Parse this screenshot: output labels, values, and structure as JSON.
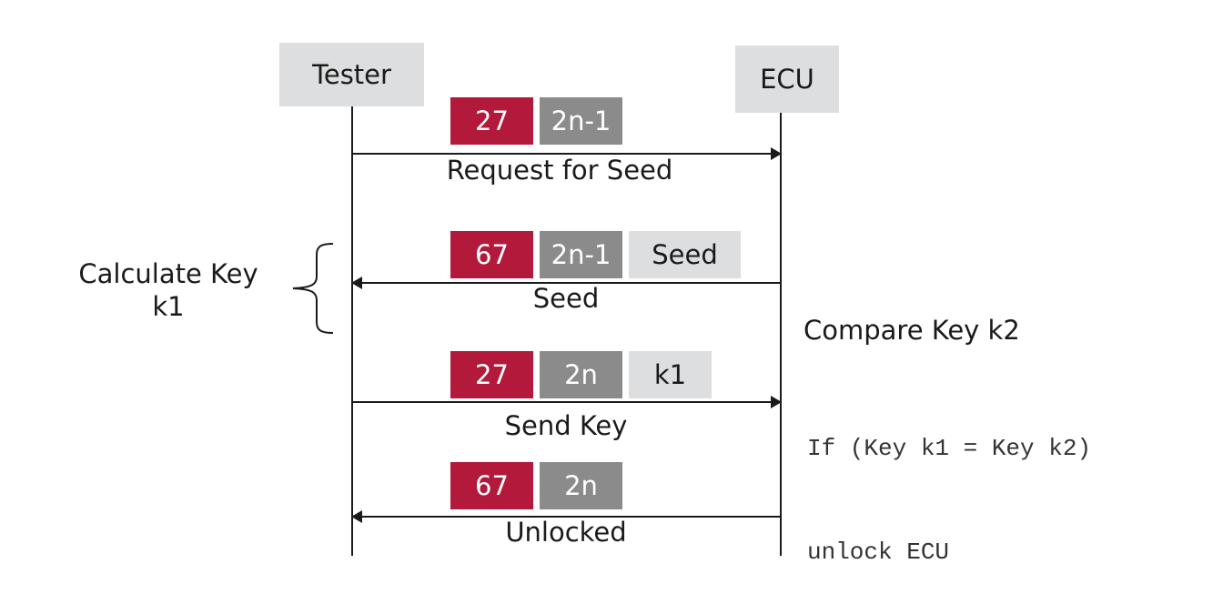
{
  "participants": {
    "tester": "Tester",
    "ecu": "ECU"
  },
  "messages": [
    {
      "direction": "to-ecu",
      "bytes": [
        "27",
        "2n-1"
      ],
      "label": "Request for Seed"
    },
    {
      "direction": "to-tester",
      "bytes": [
        "67",
        "2n-1",
        "Seed"
      ],
      "label": "Seed"
    },
    {
      "direction": "to-ecu",
      "bytes": [
        "27",
        "2n",
        "k1"
      ],
      "label": "Send Key"
    },
    {
      "direction": "to-tester",
      "bytes": [
        "67",
        "2n"
      ],
      "label": "Unlocked"
    }
  ],
  "notes": {
    "tester_calc_line1": "Calculate Key",
    "tester_calc_line2": "k1",
    "ecu_compare_title": "Compare Key k2",
    "ecu_code_line1": "If (Key k1 = Key k2)",
    "ecu_code_line2": "unlock ECU"
  },
  "colors": {
    "service_id": "#b3193b",
    "sub_function": "#8b8b8b",
    "payload": "#dcdedf"
  }
}
